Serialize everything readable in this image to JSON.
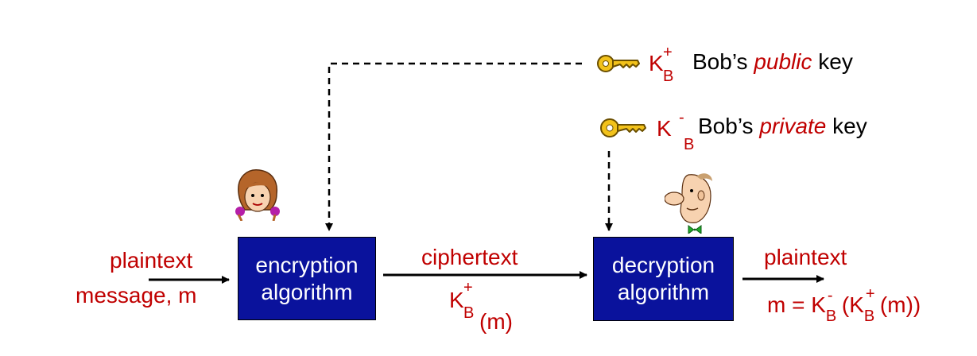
{
  "colors": {
    "box_fill": "#0a129c",
    "label_red": "#c00000",
    "key_gold": "#f2c21b"
  },
  "icons": {
    "public_key": "key-icon",
    "private_key": "key-icon",
    "alice": "alice-avatar",
    "bob": "bob-avatar"
  },
  "left": {
    "line1": "plaintext",
    "line2": "message, m"
  },
  "encryption_box": {
    "line1": "encryption",
    "line2": "algorithm"
  },
  "decryption_box": {
    "line1": "decryption",
    "line2": "algorithm"
  },
  "ciphertext": {
    "label": "ciphertext",
    "expr_k": "K",
    "expr_sup": "+",
    "expr_sub": "B",
    "expr_tail": "(m)"
  },
  "right": {
    "label": "plaintext",
    "eq_prefix": "m = K",
    "eq_sup1": "-",
    "eq_sub1": "B",
    "eq_mid": "(K",
    "eq_sup2": "+",
    "eq_sub2": "B",
    "eq_tail": "(m))"
  },
  "public_key": {
    "k": "K",
    "sup": "+",
    "sub": "B",
    "text_before": "Bob’s ",
    "text_em": "public",
    "text_after": " key"
  },
  "private_key": {
    "k": "K",
    "sup": "-",
    "sub": "B",
    "text_before": "Bob’s ",
    "text_em": "private",
    "text_after": " key"
  }
}
